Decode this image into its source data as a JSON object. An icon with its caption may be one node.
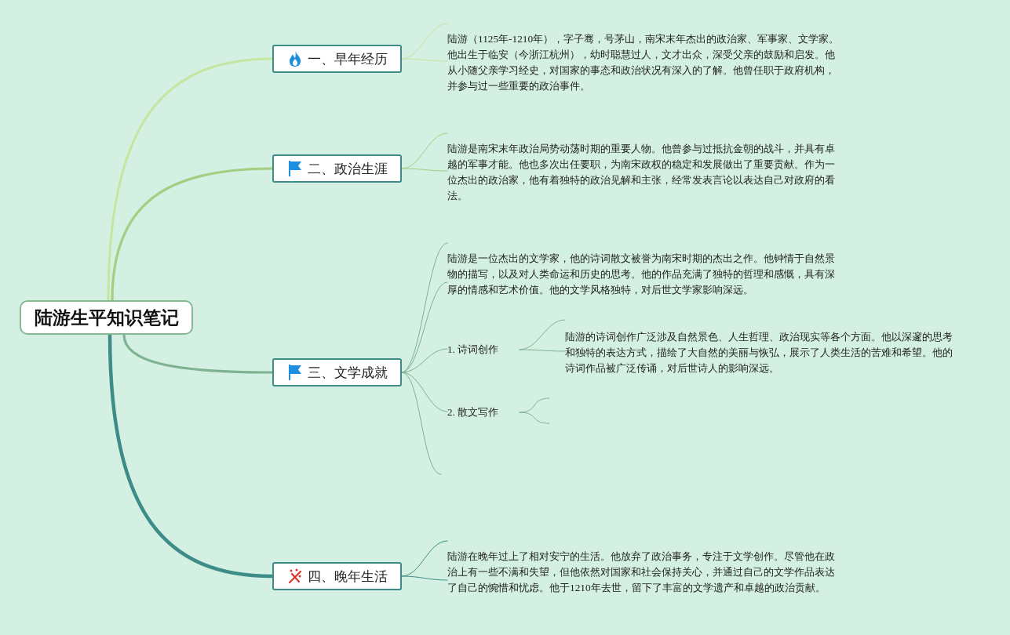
{
  "diagram": {
    "nodes": [
      {
        "text": [
          "陆游生平知识笔记"
        ]
      },
      {
        "text": [
          "一、早年经历"
        ]
      },
      {
        "text": [
          "陆游（1125年-1210年），字子骞，号茅山，南宋末年杰出的政治家、军事家、文学家。他出生于临安（今浙江杭州），幼时聪慧过人，文才出众，深受父亲的鼓励和启发。他从小随父亲学习经史，对国家的事态和政治状况有深入的了解。他曾任职于政府机构，并参与过一些重要的政治事件。"
        ]
      },
      {
        "text": [
          "二、政治生涯"
        ]
      },
      {
        "text": [
          "陆游是南宋末年政治局势动荡时期的重要人物。他曾参与过抵抗金朝的战斗，并具有卓越的军事才能。他也多次出任要职，为南宋政权的稳定和发展做出了重要贡献。作为一位杰出的政治家，他有着独特的政治见解和主张，经常发表言论以表达自己对政府的看法。"
        ]
      },
      {
        "text": [
          "三、文学成就"
        ]
      },
      {
        "text": [
          "陆游是一位杰出的文学家，他的诗词散文被誉为南宋时期的杰出之作。他钟情于自然景物的描写，以及对人类命运和历史的思考。他的作品充满了独特的哲理和感慨，具有深厚的情感和艺术价值。他的文学风格独特，对后世文学家影响深远。"
        ]
      },
      {
        "text": [
          "1. 诗词创作"
        ]
      },
      {
        "text": [
          "陆游的诗词创作广泛涉及自然景色、人生哲理、政治现实等各个方面。他以深邃的思考和独特的表达方式，描绘了大自然的美丽与恢弘，展示了人类生活的苦难和希望。他的诗词作品被广泛传诵，对后世诗人的影响深远。"
        ]
      },
      {
        "text": [
          "2. 散文写作"
        ]
      },
      {
        "text": [
          "四、晚年生活"
        ]
      },
      {
        "text": [
          "陆游在晚年过上了相对安宁的生活。他放弃了政治事务，专注于文学创作。尽管他在政治上有一些不满和失望，但他依然对国家和社会保持关心，并通过自己的文学作品表达了自己的惋惜和忧虑。他于1210年去世，留下了丰富的文学遗产和卓越的政治贡献。"
        ]
      }
    ],
    "edges": [
      {
        "from": 0,
        "to": 1,
        "arrow": "none",
        "style": "thick",
        "color": "#c6e5a0"
      },
      {
        "from": 0,
        "to": 3,
        "arrow": "none",
        "style": "thick",
        "color": "#a3cf82"
      },
      {
        "from": 0,
        "to": 5,
        "arrow": "none",
        "style": "thick",
        "color": "#7fb290"
      },
      {
        "from": 0,
        "to": 10,
        "arrow": "none",
        "style": "thick",
        "color": "#3d8c87"
      },
      {
        "from": 1,
        "to": 2,
        "arrow": "none",
        "color": "#c6e5a0"
      },
      {
        "from": 3,
        "to": 4,
        "arrow": "none",
        "color": "#a3cf82"
      },
      {
        "from": 5,
        "to": 6,
        "arrow": "none",
        "color": "#7fb290"
      },
      {
        "from": 5,
        "to": 7,
        "arrow": "none",
        "color": "#7fb290"
      },
      {
        "from": 5,
        "to": 9,
        "arrow": "none",
        "color": "#7fb290"
      },
      {
        "from": 5,
        "to": null,
        "arrow": "none",
        "color": "#7fb290"
      },
      {
        "from": 7,
        "to": 8,
        "arrow": "none",
        "color": "#7fb290"
      },
      {
        "from": 9,
        "to": null,
        "arrow": "none",
        "color": "#7fb290"
      },
      {
        "from": 10,
        "to": 11,
        "arrow": "none",
        "color": "#3d8c87"
      }
    ]
  }
}
